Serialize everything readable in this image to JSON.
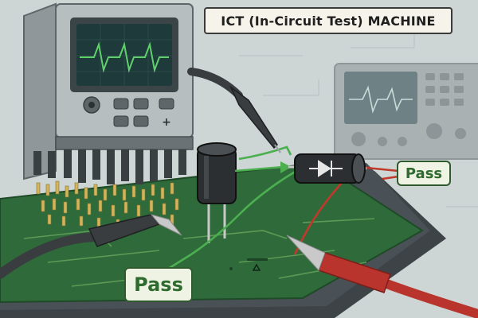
{
  "diagram": {
    "title": "ICT (In-Circuit Test) MACHINE",
    "labels": {
      "pass_right": "Pass",
      "pass_left": "Pass"
    },
    "tester_panel": {
      "plus_symbol": "+"
    }
  },
  "colors": {
    "pcb_green": "#2f6b3a",
    "screen_bg": "#1f3a3a",
    "waveform": "#5fd16a",
    "probe_red": "#b8342c",
    "probe_black": "#3a3d40",
    "wire_green": "#4caf50",
    "wire_red": "#c0392b",
    "label_text": "#2f6a2f"
  }
}
